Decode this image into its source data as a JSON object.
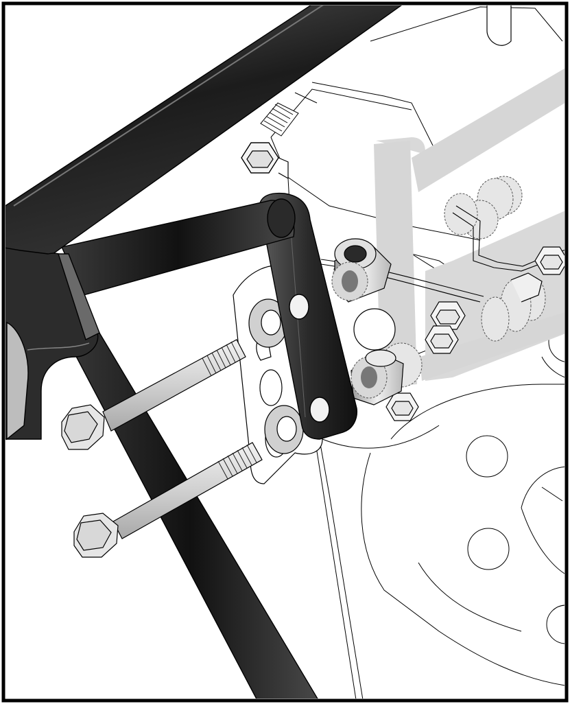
{
  "diagram": {
    "kind": "exploded-assembly-illustration",
    "parts": [
      {
        "name": "frame-tube",
        "color": "#1e1e1e"
      },
      {
        "name": "mount-bracket",
        "color": "#2b2b2b"
      },
      {
        "name": "long-bolt",
        "color": "#d4d4d4",
        "count": 2
      },
      {
        "name": "flat-washer",
        "color": "#cfcfcf",
        "count": 2
      },
      {
        "name": "spacer",
        "color": "#c4c4c4",
        "count": 2
      },
      {
        "name": "engine-plate",
        "color": "#ffffff"
      },
      {
        "name": "hex-bolt",
        "color": "#ffffff",
        "count": 5
      },
      {
        "name": "hidden-hardware",
        "color": "#e6e6e6"
      }
    ],
    "palette": {
      "line": "#000000",
      "ghost": "#d6d6d6",
      "hidden_fill": "#e6e6e6",
      "dark_metal": "#1e1e1e",
      "light_metal": "#d4d4d4"
    }
  }
}
